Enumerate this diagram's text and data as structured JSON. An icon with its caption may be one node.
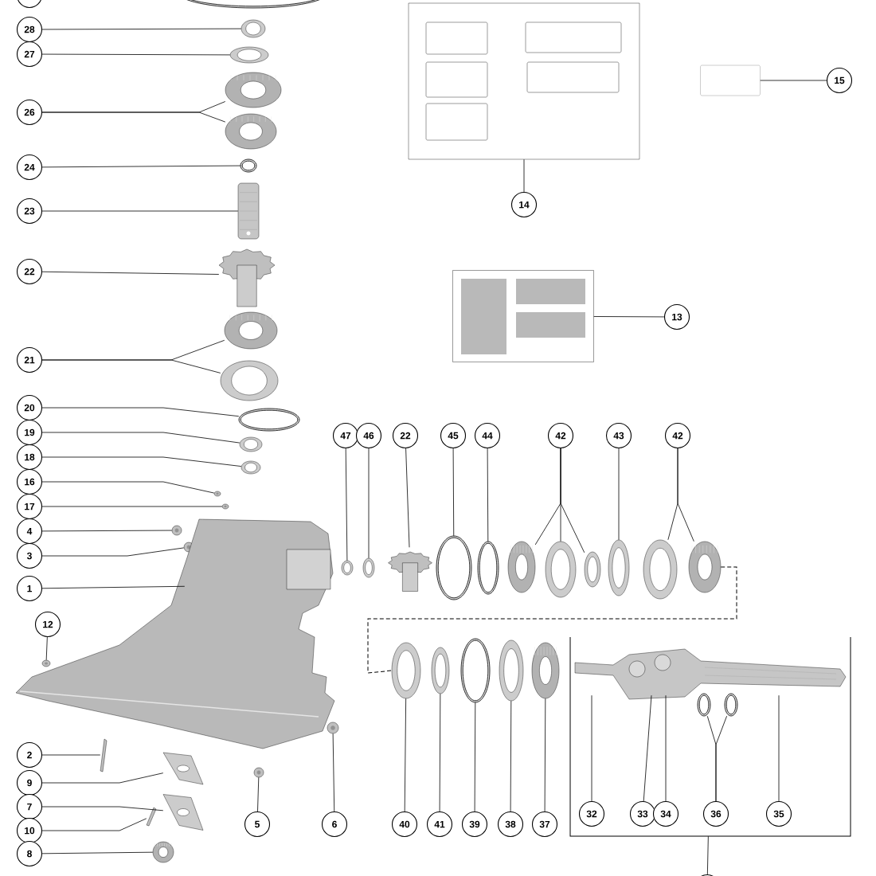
{
  "diagram": {
    "nodes": [
      {
        "text": [],
        "shape": "circle"
      },
      {
        "text": [],
        "shape": "picture"
      },
      {
        "text": [
          "28"
        ]
      },
      {
        "text": [],
        "shape": "picture"
      },
      {
        "text": [
          "27"
        ]
      },
      {
        "text": [],
        "shape": "picture"
      },
      {
        "text": [
          "26"
        ]
      },
      {
        "text": [],
        "shape": "picture"
      },
      {
        "text": [],
        "shape": "picture"
      },
      {
        "text": [
          "24"
        ]
      },
      {
        "text": [],
        "shape": "picture"
      },
      {
        "text": [
          "23"
        ]
      },
      {
        "text": [],
        "shape": "picture"
      },
      {
        "text": [
          "22"
        ]
      },
      {
        "text": [],
        "shape": "picture"
      },
      {
        "text": [
          "21"
        ]
      },
      {
        "text": [],
        "shape": "picture"
      },
      {
        "text": [],
        "shape": "picture"
      },
      {
        "text": [
          "20"
        ]
      },
      {
        "text": [],
        "shape": "picture"
      },
      {
        "text": [
          "19"
        ]
      },
      {
        "text": [],
        "shape": "picture"
      },
      {
        "text": [
          "18"
        ]
      },
      {
        "text": [],
        "shape": "picture"
      },
      {
        "text": [
          "16"
        ]
      },
      {
        "text": [],
        "shape": "picture"
      },
      {
        "text": [
          "17"
        ]
      },
      {
        "text": [],
        "shape": "picture"
      },
      {
        "text": [
          "4"
        ]
      },
      {
        "text": [],
        "shape": "picture"
      },
      {
        "text": [
          "3"
        ]
      },
      {
        "text": [],
        "shape": "picture"
      },
      {
        "text": [
          "1"
        ]
      },
      {
        "text": [],
        "shape": "picture"
      },
      {
        "text": [
          "12"
        ]
      },
      {
        "text": [],
        "shape": "picture"
      },
      {
        "text": [
          "2"
        ]
      },
      {
        "text": [],
        "shape": "picture"
      },
      {
        "text": [
          "9"
        ]
      },
      {
        "text": [],
        "shape": "picture"
      },
      {
        "text": [
          "7"
        ]
      },
      {
        "text": [],
        "shape": "picture"
      },
      {
        "text": [
          "10"
        ]
      },
      {
        "text": [],
        "shape": "picture"
      },
      {
        "text": [
          "8"
        ]
      },
      {
        "text": [],
        "shape": "picture"
      },
      {
        "text": [
          "5"
        ]
      },
      {
        "text": [],
        "shape": "picture"
      },
      {
        "text": [
          "6"
        ]
      },
      {
        "text": [],
        "shape": "picture"
      },
      {
        "text": [
          "14"
        ]
      },
      {
        "text": [],
        "shape": "box"
      },
      {
        "text": [
          "15"
        ]
      },
      {
        "text": [],
        "shape": "box"
      },
      {
        "text": [
          "13"
        ]
      },
      {
        "text": [],
        "shape": "box"
      },
      {
        "text": [
          "47"
        ]
      },
      {
        "text": [],
        "shape": "picture"
      },
      {
        "text": [
          "46"
        ]
      },
      {
        "text": [],
        "shape": "picture"
      },
      {
        "text": [
          "22"
        ]
      },
      {
        "text": [],
        "shape": "picture"
      },
      {
        "text": [
          "45"
        ]
      },
      {
        "text": [],
        "shape": "picture"
      },
      {
        "text": [
          "44"
        ]
      },
      {
        "text": [],
        "shape": "picture"
      },
      {
        "text": [
          "42"
        ]
      },
      {
        "text": [],
        "shape": "picture"
      },
      {
        "text": [],
        "shape": "picture"
      },
      {
        "text": [],
        "shape": "picture"
      },
      {
        "text": [
          "43"
        ]
      },
      {
        "text": [],
        "shape": "picture"
      },
      {
        "text": [
          "42"
        ]
      },
      {
        "text": [],
        "shape": "picture"
      },
      {
        "text": [],
        "shape": "picture"
      },
      {
        "text": [
          "40"
        ]
      },
      {
        "text": [],
        "shape": "picture"
      },
      {
        "text": [
          "41"
        ]
      },
      {
        "text": [],
        "shape": "picture"
      },
      {
        "text": [
          "39"
        ]
      },
      {
        "text": [],
        "shape": "picture"
      },
      {
        "text": [
          "38"
        ]
      },
      {
        "text": [],
        "shape": "picture"
      },
      {
        "text": [
          "37"
        ]
      },
      {
        "text": [],
        "shape": "picture"
      },
      {
        "text": [],
        "shape": "box"
      },
      {
        "text": [],
        "shape": "picture",
        "in": 85
      },
      {
        "text": [
          "32"
        ],
        "in": 85
      },
      {
        "text": [
          "33"
        ],
        "in": 85
      },
      {
        "text": [
          "34"
        ],
        "in": 85
      },
      {
        "text": [
          "36"
        ],
        "in": 85
      },
      {
        "text": [],
        "shape": "picture",
        "in": 85
      },
      {
        "text": [],
        "shape": "picture",
        "in": 85
      },
      {
        "text": [
          "35"
        ],
        "in": 85
      },
      {
        "text": [],
        "shape": "circle"
      }
    ],
    "edges": [
      {
        "from": 2,
        "to": 3,
        "arrow": "none"
      },
      {
        "from": 4,
        "to": 5,
        "arrow": "none"
      },
      {
        "from": 6,
        "to": 7,
        "arrow": "none"
      },
      {
        "from": 6,
        "to": 8,
        "arrow": "none"
      },
      {
        "from": 9,
        "to": 10,
        "arrow": "none"
      },
      {
        "from": 11,
        "to": 12,
        "arrow": "none"
      },
      {
        "from": 13,
        "to": 14,
        "arrow": "none"
      },
      {
        "from": 15,
        "to": 16,
        "arrow": "none"
      },
      {
        "from": 15,
        "to": 17,
        "arrow": "none"
      },
      {
        "from": 18,
        "to": 19,
        "arrow": "none"
      },
      {
        "from": 20,
        "to": 21,
        "arrow": "none"
      },
      {
        "from": 22,
        "to": 23,
        "arrow": "none"
      },
      {
        "from": 24,
        "to": 25,
        "arrow": "none"
      },
      {
        "from": 26,
        "to": 27,
        "arrow": "none"
      },
      {
        "from": 28,
        "to": 29,
        "arrow": "none"
      },
      {
        "from": 30,
        "to": 31,
        "arrow": "none"
      },
      {
        "from": 32,
        "to": 33,
        "arrow": "none"
      },
      {
        "from": 34,
        "to": 35,
        "arrow": "none"
      },
      {
        "from": 36,
        "to": 37,
        "arrow": "none"
      },
      {
        "from": 38,
        "to": 39,
        "arrow": "none"
      },
      {
        "from": 40,
        "to": 41,
        "arrow": "none"
      },
      {
        "from": 42,
        "to": 43,
        "arrow": "none"
      },
      {
        "from": 44,
        "to": 45,
        "arrow": "none"
      },
      {
        "from": 46,
        "to": 47,
        "arrow": "none"
      },
      {
        "from": 48,
        "to": 49,
        "arrow": "none"
      },
      {
        "from": 50,
        "to": 51,
        "arrow": "none"
      },
      {
        "from": 52,
        "to": 53,
        "arrow": "none"
      },
      {
        "from": 54,
        "to": 55,
        "arrow": "none"
      },
      {
        "from": 56,
        "to": 57,
        "arrow": "none"
      },
      {
        "from": 58,
        "to": 59,
        "arrow": "none"
      },
      {
        "from": 60,
        "to": 61,
        "arrow": "none"
      },
      {
        "from": 62,
        "to": 63,
        "arrow": "none"
      },
      {
        "from": 64,
        "to": 65,
        "arrow": "none"
      },
      {
        "from": 66,
        "to": 67,
        "arrow": "none"
      },
      {
        "from": 66,
        "to": 68,
        "arrow": "none"
      },
      {
        "from": 66,
        "to": 69,
        "arrow": "none"
      },
      {
        "from": 70,
        "to": 71,
        "arrow": "none"
      },
      {
        "from": 72,
        "to": 73,
        "arrow": "none"
      },
      {
        "from": 72,
        "to": 74,
        "arrow": "none"
      },
      {
        "from": 75,
        "to": 76,
        "arrow": "none"
      },
      {
        "from": 77,
        "to": 78,
        "arrow": "none"
      },
      {
        "from": 79,
        "to": 80,
        "arrow": "none"
      },
      {
        "from": 81,
        "to": 82,
        "arrow": "none"
      },
      {
        "from": 83,
        "to": 84,
        "arrow": "none"
      },
      {
        "from": 87,
        "to": 86,
        "arrow": "none"
      },
      {
        "from": 88,
        "to": 86,
        "arrow": "none"
      },
      {
        "from": 89,
        "to": 86,
        "arrow": "none"
      },
      {
        "from": 90,
        "to": 91,
        "arrow": "none"
      },
      {
        "from": 90,
        "to": 92,
        "arrow": "none"
      },
      {
        "from": 93,
        "to": 86,
        "arrow": "none"
      },
      {
        "from": 94,
        "to": 85,
        "arrow": "none"
      },
      {
        "from": 74,
        "to": 76,
        "arrow": "none",
        "style": "dashed"
      }
    ]
  }
}
